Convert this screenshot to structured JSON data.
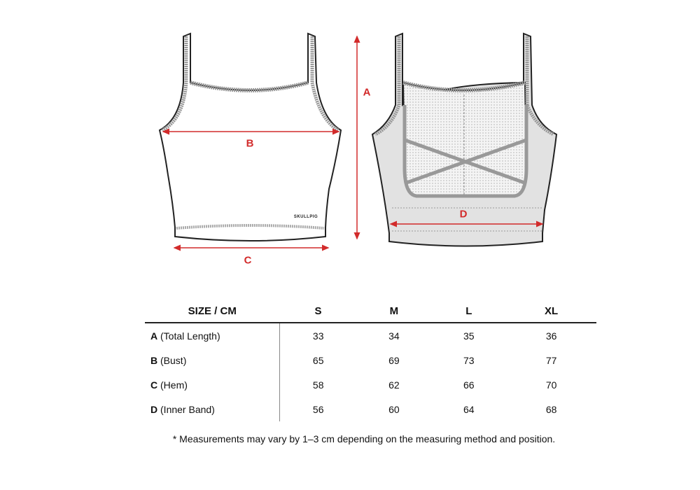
{
  "diagram": {
    "labels": {
      "A": "A",
      "B": "B",
      "C": "C",
      "D": "D"
    },
    "brand": "SKULLPIG",
    "measure_color": "#d22b2b"
  },
  "table": {
    "header": [
      "SIZE / CM",
      "S",
      "M",
      "L",
      "XL"
    ],
    "rows": [
      {
        "key": "A",
        "name": "(Total Length)",
        "values": [
          "33",
          "34",
          "35",
          "36"
        ]
      },
      {
        "key": "B",
        "name": "(Bust)",
        "values": [
          "65",
          "69",
          "73",
          "77"
        ]
      },
      {
        "key": "C",
        "name": "(Hem)",
        "values": [
          "58",
          "62",
          "66",
          "70"
        ]
      },
      {
        "key": "D",
        "name": "(Inner Band)",
        "values": [
          "56",
          "60",
          "64",
          "68"
        ]
      }
    ]
  },
  "footnote": "* Measurements may vary by 1–3 cm depending on the measuring method and position."
}
